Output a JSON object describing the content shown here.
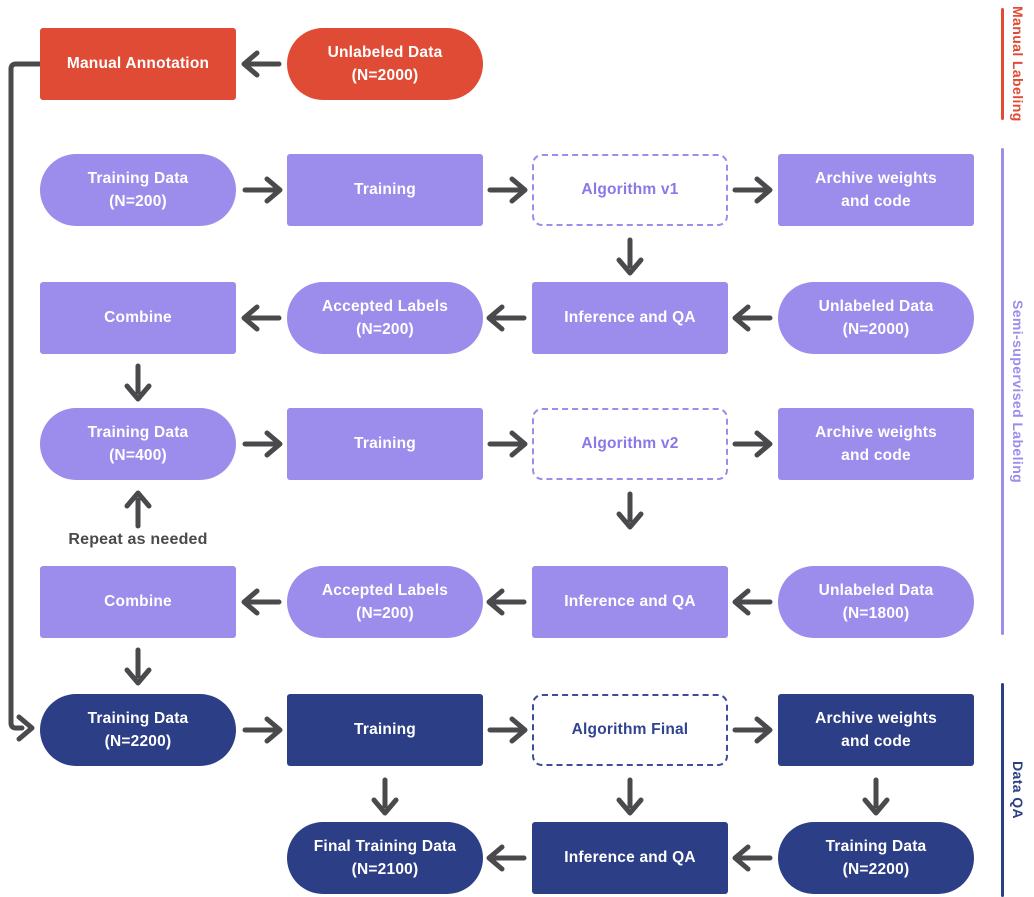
{
  "diagram": {
    "colors": {
      "manual_labeling": "#E04B35",
      "semi_supervised": "#9C8CEB",
      "data_qa": "#2C3E85",
      "arrow": "#4A4A4D",
      "algorithm_text_semi": "#8A77E8",
      "algorithm_text_qa": "#2F4391"
    },
    "sections": [
      {
        "label": "Manual Labeling"
      },
      {
        "label": "Semi-supervised Labeling"
      },
      {
        "label": "Data QA"
      }
    ],
    "note": "Repeat as needed",
    "nodes": [
      {
        "label": "Manual Annotation"
      },
      {
        "label": "Unlabeled Data\n(N=2000)"
      },
      {
        "label": "Training Data\n(N=200)"
      },
      {
        "label": "Training"
      },
      {
        "label": "Algorithm v1"
      },
      {
        "label": "Archive weights\nand code"
      },
      {
        "label": "Combine"
      },
      {
        "label": "Accepted Labels\n(N=200)"
      },
      {
        "label": "Inference and QA"
      },
      {
        "label": "Unlabeled Data\n(N=2000)"
      },
      {
        "label": "Training Data\n(N=400)"
      },
      {
        "label": "Training"
      },
      {
        "label": "Algorithm v2"
      },
      {
        "label": "Archive weights\nand code"
      },
      {
        "label": "Combine"
      },
      {
        "label": "Accepted Labels\n(N=200)"
      },
      {
        "label": "Inference and QA"
      },
      {
        "label": "Unlabeled Data\n(N=1800)"
      },
      {
        "label": "Training Data\n(N=2200)"
      },
      {
        "label": "Training"
      },
      {
        "label": "Algorithm Final"
      },
      {
        "label": "Archive weights\nand code"
      },
      {
        "label": "Final Training Data\n(N=2100)"
      },
      {
        "label": "Inference and QA"
      },
      {
        "label": "Training Data\n(N=2200)"
      }
    ]
  }
}
